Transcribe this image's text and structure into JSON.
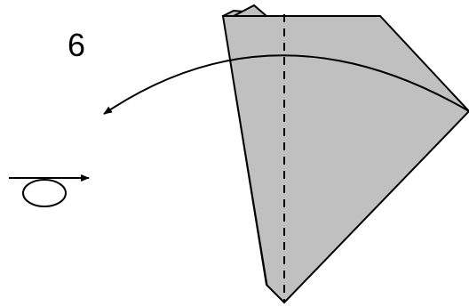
{
  "step": {
    "number": "6"
  },
  "colors": {
    "paper": "#c0c0c0",
    "line": "#000000",
    "background": "#ffffff"
  },
  "symbols": {
    "fold_arrow": "curved-fold-arrow",
    "fold_line": "valley-fold-dashed-line",
    "turn_over": "turn-over-loop-arrow"
  }
}
